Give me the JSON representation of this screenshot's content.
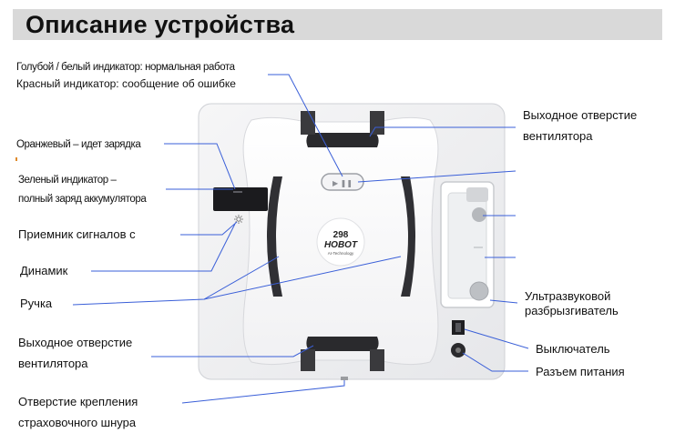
{
  "title": "Описание устройства",
  "labels": {
    "indicator_blue": "Голубой / белый индикатор: нормальная работа",
    "indicator_red": "Красный индикатор: сообщение об ошибке",
    "charging_orange": "Оранжевый – идет зарядка",
    "green_line1": "Зеленый индикатор –",
    "green_line2": "полный заряд аккумулятора",
    "receiver": "Приемник сигналов с",
    "speaker": "Динамик",
    "handle": "Ручка",
    "fan_outlet_left_1": "Выходное отверстие",
    "fan_outlet_left_2": "вентилятора",
    "safety_rope_1": "Отверстие крепления",
    "safety_rope_2": "страховочного шнура",
    "fan_outlet_right_1": "Выходное отверстие",
    "fan_outlet_right_2": "вентилятора",
    "ultrasonic_1": "Ультразвуковой",
    "ultrasonic_2": "разбрызгиватель",
    "switch": "Выключатель",
    "power_jack": "Разъем питания"
  },
  "device": {
    "brand_number": "298",
    "brand_name": "HOBOT",
    "brand_tagline": "AI-Technology",
    "button_symbol": "▶ ❚❚"
  }
}
